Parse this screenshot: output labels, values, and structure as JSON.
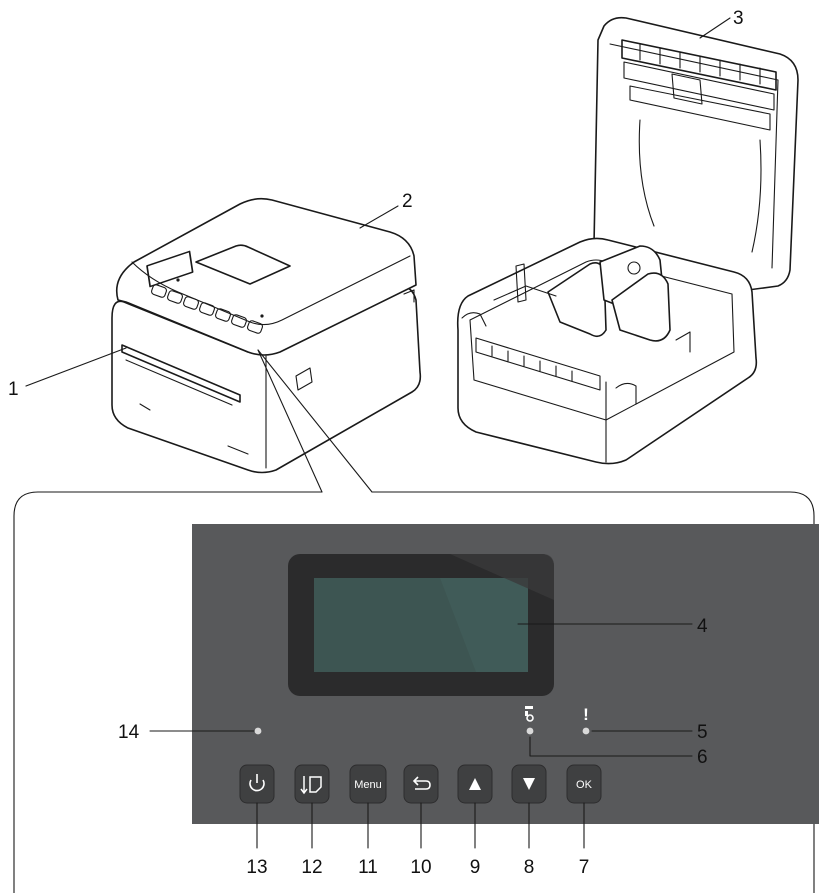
{
  "colors": {
    "panel": "#58595b",
    "lcd_frame": "#2b2b2c",
    "lcd_screen": "#3d5552",
    "button": "#3f4041",
    "button_text": "#ffffff",
    "line": "#1a1a1a"
  },
  "callouts": {
    "c1": "1",
    "c2": "2",
    "c3": "3",
    "c4": "4",
    "c5": "5",
    "c6": "6",
    "c7": "7",
    "c8": "8",
    "c9": "9",
    "c10": "10",
    "c11": "11",
    "c12": "12",
    "c13": "13",
    "c14": "14"
  },
  "buttons": [
    {
      "id": "power",
      "icon": "power-icon",
      "glyph": "⏻"
    },
    {
      "id": "feed",
      "icon": "feed-icon",
      "glyph": "↓▯"
    },
    {
      "id": "menu",
      "label": "Menu"
    },
    {
      "id": "back",
      "icon": "back-icon",
      "glyph": "↶"
    },
    {
      "id": "up",
      "icon": "up-arrow-icon",
      "glyph": "▲"
    },
    {
      "id": "down",
      "icon": "down-arrow-icon",
      "glyph": "▼"
    },
    {
      "id": "ok",
      "label": "OK"
    }
  ],
  "indicators": {
    "status_symbol": "!",
    "status_indicator": "status-led",
    "wifi_indicator": "wireless-led",
    "power_indicator": "power-led"
  }
}
